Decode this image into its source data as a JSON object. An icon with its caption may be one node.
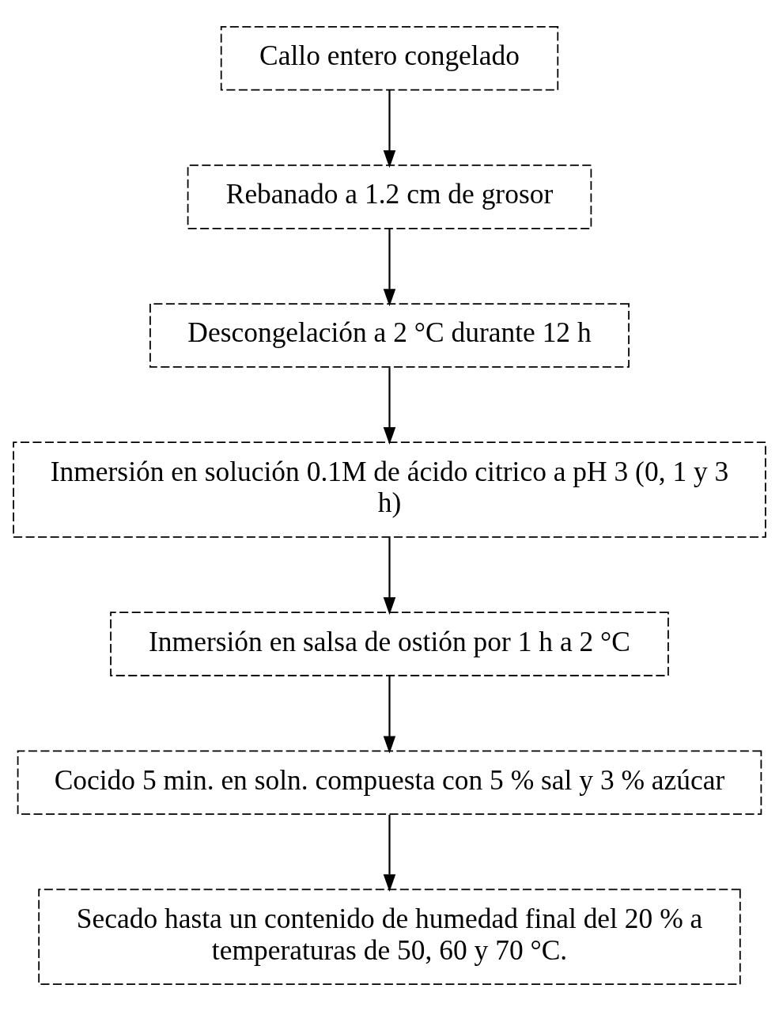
{
  "diagram": {
    "nodes": [
      {
        "text": [
          "Callo entero congelado"
        ]
      },
      {
        "text": [
          "Rebanado a 1.2 cm de grosor"
        ]
      },
      {
        "text": [
          "Descongelación a 2 °C durante 12 h"
        ]
      },
      {
        "text": [
          "Inmersión en solución 0.1M de ácido citrico a pH 3 (0, 1 y 3 h)"
        ]
      },
      {
        "text": [
          "Inmersión en salsa de ostión por 1 h a 2 °C"
        ]
      },
      {
        "text": [
          "Cocido 5 min. en soln. compuesta con 5 % sal y 3 % azúcar"
        ]
      },
      {
        "text": [
          "Secado hasta un contenido de humedad final del 20 % a temperaturas de 50, 60 y 70 °C."
        ]
      }
    ],
    "edges": [
      {
        "from": 0,
        "to": 1,
        "arrow": "to"
      },
      {
        "from": 1,
        "to": 2,
        "arrow": "to"
      },
      {
        "from": 2,
        "to": 3,
        "arrow": "to"
      },
      {
        "from": 3,
        "to": 4,
        "arrow": "to"
      },
      {
        "from": 4,
        "to": 5,
        "arrow": "to"
      },
      {
        "from": 5,
        "to": 6,
        "arrow": "to"
      }
    ]
  }
}
